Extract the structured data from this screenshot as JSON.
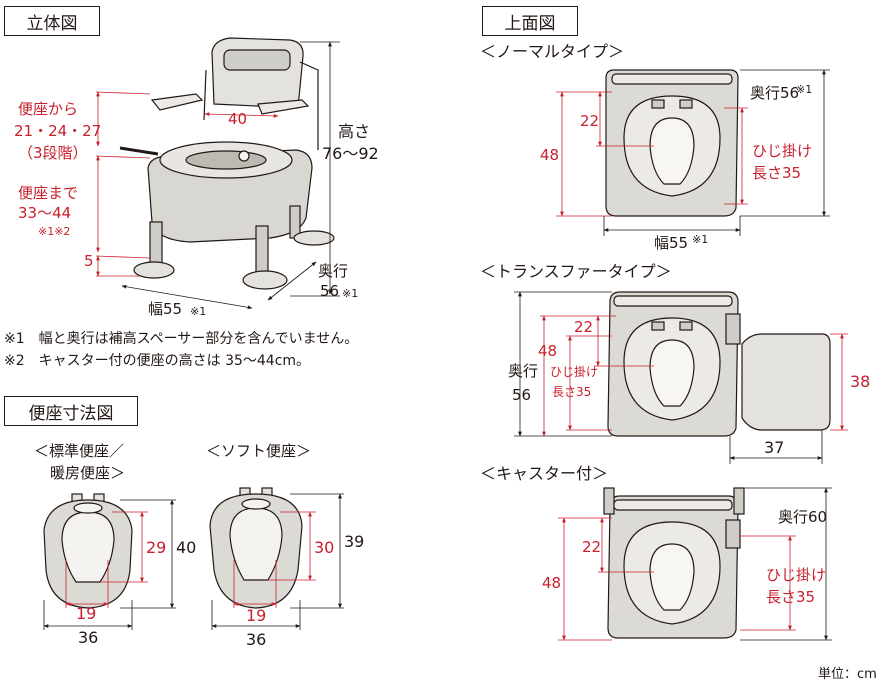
{
  "sections": {
    "iso": "立体図",
    "top": "上面図",
    "seat": "便座寸法図"
  },
  "iso": {
    "seat_from_1": "便座から",
    "seat_from_2": "21・24・27",
    "seat_from_3": "（3段階）",
    "seat_to_1": "便座まで",
    "seat_to_2": "33〜44",
    "seat_to_note": "※1※2",
    "armrest_gap": "40",
    "height_label": "高さ",
    "height_value": "76〜92",
    "depth_label": "奥行",
    "depth_value": "56",
    "depth_note": "※1",
    "width_label": "幅55",
    "width_note": "※1",
    "foot_value": "5"
  },
  "notes": {
    "note1": "※1　幅と奥行は補高スペーサー部分を含んでいません。",
    "note2": "※2　キャスター付の便座の高さは 35〜44cm。"
  },
  "seat": {
    "standard_1": "＜標準便座／",
    "standard_2": "暖房便座＞",
    "soft": "＜ソフト便座＞",
    "std_inner_len": "29",
    "std_outer_len": "40",
    "std_inner_w": "19",
    "std_outer_w": "36",
    "soft_inner_len": "30",
    "soft_outer_len": "39",
    "soft_inner_w": "19",
    "soft_outer_w": "36"
  },
  "normal": {
    "title": "＜ノーマルタイプ＞",
    "d22": "22",
    "d48": "48",
    "depth": "奥行56",
    "depth_note": "※1",
    "elbow_1": "ひじ掛け",
    "elbow_2": "長さ35",
    "width": "幅55",
    "width_note": "※1"
  },
  "transfer": {
    "title": "＜トランスファータイプ＞",
    "d22": "22",
    "d48": "48",
    "depth_1": "奥行",
    "depth_2": "56",
    "elbow_1": "ひじ掛け",
    "elbow_2": "長さ35",
    "d38": "38",
    "d37": "37"
  },
  "caster": {
    "title": "＜キャスター付＞",
    "d22": "22",
    "d48": "48",
    "depth": "奥行60",
    "elbow_1": "ひじ掛け",
    "elbow_2": "長さ35"
  },
  "unit": "単位：cm",
  "colors": {
    "dimension_red": "#c8202c",
    "line": "#231815",
    "body": "#d9d7d2"
  }
}
